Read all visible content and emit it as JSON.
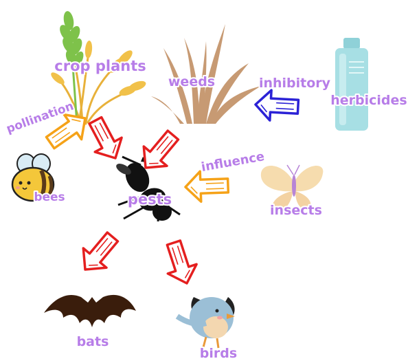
{
  "nodes": {
    "crop_plants": "crop plants",
    "weeds": "weeds",
    "herbicides": "herbicides",
    "bees": "bees",
    "pests": "pests",
    "insects": "insects",
    "bats": "bats",
    "birds": "birds"
  },
  "edges": {
    "pollination": "pollination",
    "inhibitory": "inhibitory",
    "influence": "influence"
  },
  "colors": {
    "label": "#b77de8",
    "arrow_red": "#e41f1f",
    "arrow_orange": "#f5a218",
    "arrow_blue": "#2b22d6"
  }
}
